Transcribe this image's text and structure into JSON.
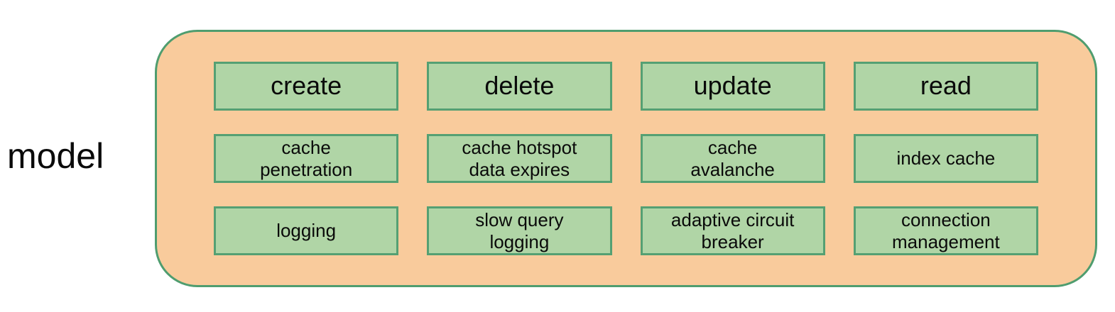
{
  "colors": {
    "container_fill": "#f9cb9c",
    "container_border": "#4f9d6f",
    "box_fill": "#b0d5a6",
    "box_border": "#55a073",
    "text_color": "#0a0a0a"
  },
  "diagram": {
    "label": "model",
    "grid": {
      "rows": [
        {
          "cells": [
            {
              "lines": [
                "create"
              ]
            },
            {
              "lines": [
                "delete"
              ]
            },
            {
              "lines": [
                "update"
              ]
            },
            {
              "lines": [
                "read"
              ]
            }
          ]
        },
        {
          "cells": [
            {
              "lines": [
                "cache",
                "penetration"
              ]
            },
            {
              "lines": [
                "cache hotspot",
                "data expires"
              ]
            },
            {
              "lines": [
                "cache",
                "avalanche"
              ]
            },
            {
              "lines": [
                "index cache"
              ]
            }
          ]
        },
        {
          "cells": [
            {
              "lines": [
                "logging"
              ]
            },
            {
              "lines": [
                "slow query",
                "logging"
              ]
            },
            {
              "lines": [
                "adaptive circuit",
                "breaker"
              ]
            },
            {
              "lines": [
                "connection",
                "management"
              ]
            }
          ]
        }
      ]
    }
  }
}
